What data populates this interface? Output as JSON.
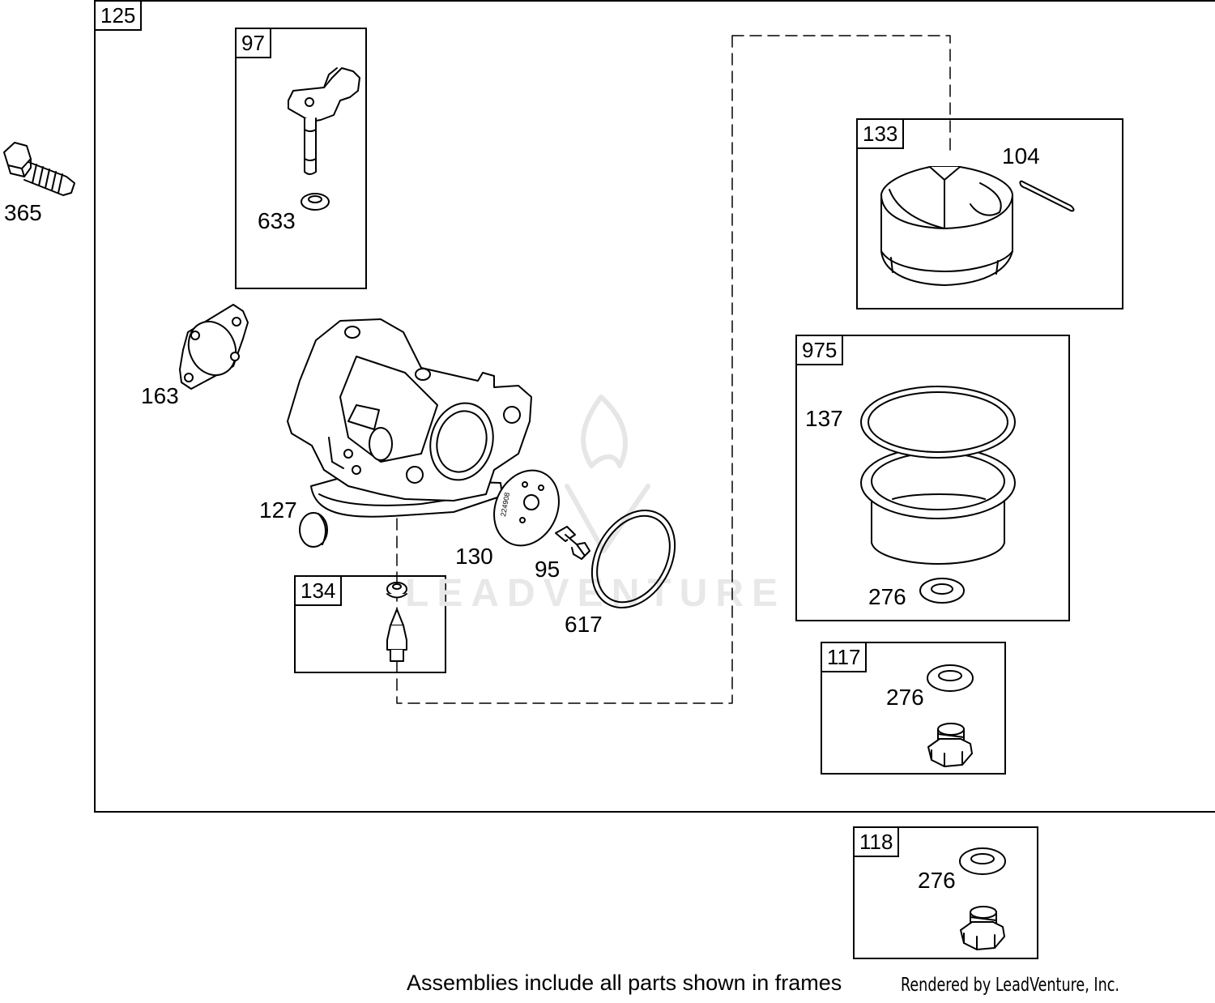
{
  "frames": {
    "main": "125",
    "choke_shaft": "97",
    "float": "133",
    "bowl_kit": "975",
    "needle": "134",
    "drain_117": "117",
    "drain_118": "118"
  },
  "callouts": {
    "bolt": "365",
    "washer_633": "633",
    "gasket_163": "163",
    "plug_127": "127",
    "plate_130": "130",
    "screw_95": "95",
    "ring_617": "617",
    "pin_104": "104",
    "bowl_137": "137",
    "washer_975": "276",
    "washer_117": "276",
    "washer_118": "276"
  },
  "plate_stamp": "224908",
  "watermark": "LEADVENTURE",
  "footer": {
    "note": "Assemblies include all parts shown in frames",
    "credit": "Rendered by LeadVenture, Inc."
  }
}
